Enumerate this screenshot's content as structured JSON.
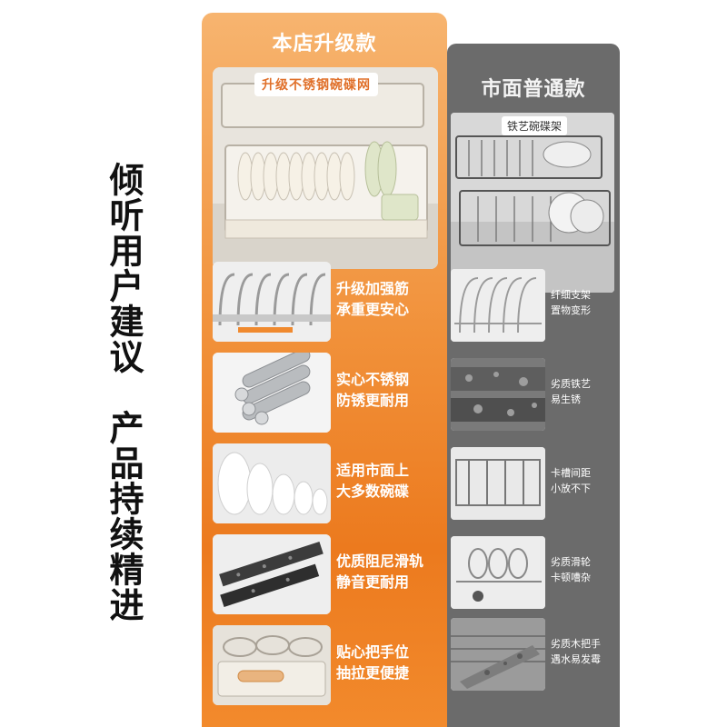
{
  "slogan": [
    "倾",
    "听",
    "用",
    "户",
    "建",
    "议",
    " ",
    "产",
    "品",
    "持",
    "续",
    "精",
    "进"
  ],
  "upgraded": {
    "title": "本店升级款",
    "hero_label": "升级不锈钢碗碟网",
    "features": [
      {
        "icon": "reinforced-rib-icon",
        "line1": "升级加强筋",
        "line2": "承重更安心"
      },
      {
        "icon": "steel-rod-icon",
        "line1": "实心不锈钢",
        "line2": "防锈更耐用"
      },
      {
        "icon": "bowls-icon",
        "line1": "适用市面上",
        "line2": "大多数碗碟"
      },
      {
        "icon": "slide-rail-icon",
        "line1": "优质阻尼滑轨",
        "line2": "静音更耐用"
      },
      {
        "icon": "handle-icon",
        "line1": "贴心把手位",
        "line2": "抽拉更便捷"
      }
    ]
  },
  "ordinary": {
    "title": "市面普通款",
    "hero_label": "铁艺碗碟架",
    "features": [
      {
        "icon": "thin-wire-icon",
        "line1": "纤细支架",
        "line2": "置物变形"
      },
      {
        "icon": "rusty-iron-icon",
        "line1": "劣质铁艺",
        "line2": "易生锈"
      },
      {
        "icon": "wide-slot-icon",
        "line1": "卡槽间距",
        "line2": "小放不下"
      },
      {
        "icon": "cheap-wheel-icon",
        "line1": "劣质滑轮",
        "line2": "卡顿嘈杂"
      },
      {
        "icon": "wood-handle-icon",
        "line1": "劣质木把手",
        "line2": "遇水易发霉"
      }
    ]
  },
  "colors": {
    "accent": "#f1913a",
    "grey": "#6b6b6b"
  }
}
